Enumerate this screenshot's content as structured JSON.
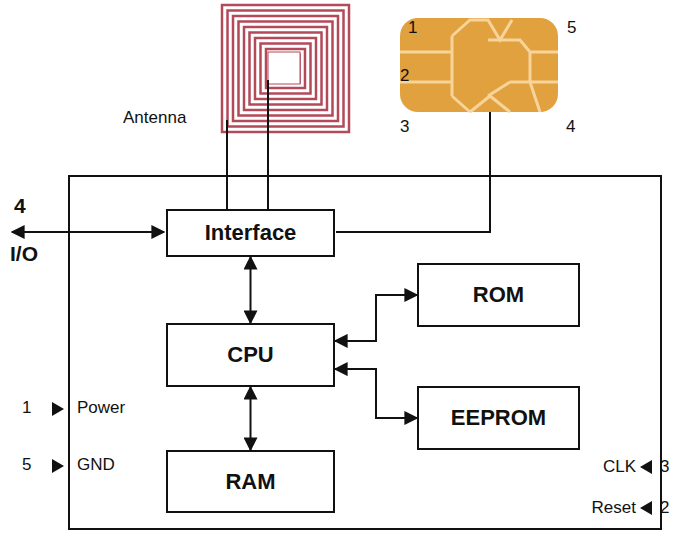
{
  "diagram": {
    "nodes": [
      {
        "text": [
          "Power",
          "GND",
          "CLK",
          "Reset"
        ]
      },
      {
        "text": [
          "Interface"
        ],
        "in": 0
      },
      {
        "text": [
          "CPU"
        ],
        "in": 0
      },
      {
        "text": [
          "ROM"
        ],
        "in": 0
      },
      {
        "text": [
          "EEPROM"
        ],
        "in": 0
      },
      {
        "text": [
          "RAM"
        ],
        "in": 0
      }
    ],
    "edges": [
      {
        "from": 1,
        "to": 2,
        "arrow": "both"
      },
      {
        "from": 2,
        "to": 3,
        "arrow": "both"
      },
      {
        "from": 2,
        "to": 4,
        "arrow": "both"
      },
      {
        "from": 2,
        "to": 5,
        "arrow": "both"
      }
    ],
    "labels": [
      "Antenna",
      "1",
      "2",
      "3",
      "5",
      "4",
      "4",
      "I/O",
      "1",
      "5",
      "3",
      "2"
    ]
  }
}
